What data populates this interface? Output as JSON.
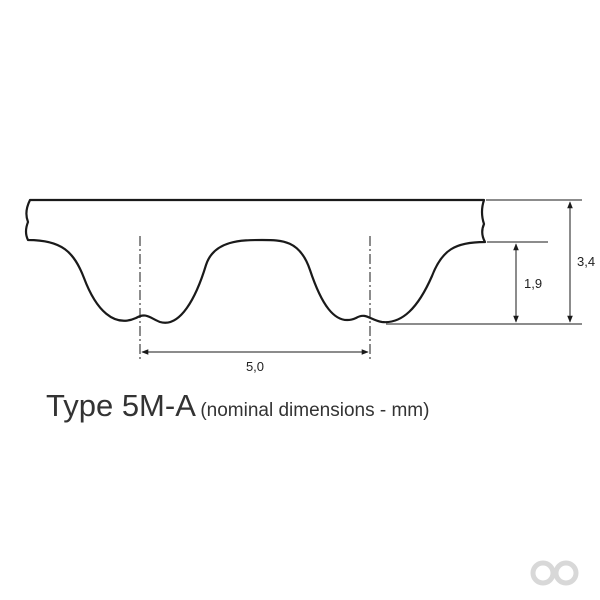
{
  "diagram": {
    "dimensions": {
      "total_height": "3,4",
      "tooth_height": "1,9",
      "pitch": "5,0"
    },
    "caption": {
      "title": "Type 5M-A",
      "subtitle": "(nominal dimensions - mm)"
    },
    "colors": {
      "line": "#1a1a1a",
      "text": "#333333",
      "logo": "#d8d8d8"
    }
  },
  "logo": {
    "icon": "infinity-icon"
  }
}
